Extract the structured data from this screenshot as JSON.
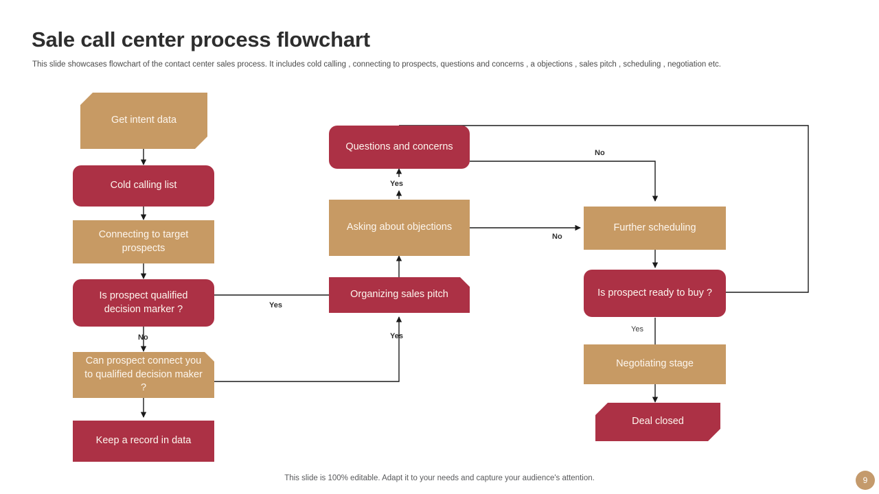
{
  "header": {
    "title": "Sale call center process flowchart",
    "subtitle": "This slide showcases flowchart of the contact center sales process. It includes cold calling , connecting to prospects, questions and concerns , a objections , sales pitch , scheduling , negotiation etc."
  },
  "footer": {
    "note": "This slide is 100% editable. Adapt it to your needs and capture your audience's attention.",
    "page_number": "9"
  },
  "colors": {
    "red": "#ac3145",
    "tan": "#c79a64",
    "title": "#2e2e2e",
    "connector": "#1a1a1a"
  },
  "flowchart": {
    "nodes": [
      {
        "id": "get-intent-data",
        "label": "Get intent data",
        "color": "tan",
        "shape": "chamfer-tl-br"
      },
      {
        "id": "cold-calling-list",
        "label": "Cold calling list",
        "color": "red",
        "shape": "round"
      },
      {
        "id": "connecting-prospects",
        "label": "Connecting to target prospects",
        "color": "tan",
        "shape": "rect"
      },
      {
        "id": "is-prospect-qualified",
        "label": "Is prospect qualified decision marker ?",
        "color": "red",
        "shape": "round"
      },
      {
        "id": "can-prospect-connect",
        "label": "Can prospect connect you to qualified decision maker ?",
        "color": "tan",
        "shape": "chamfer-tr"
      },
      {
        "id": "keep-record",
        "label": "Keep a record in data",
        "color": "red",
        "shape": "rect"
      },
      {
        "id": "questions-concerns",
        "label": "Questions and concerns",
        "color": "red",
        "shape": "round"
      },
      {
        "id": "asking-objections",
        "label": "Asking about objections",
        "color": "tan",
        "shape": "rect"
      },
      {
        "id": "organizing-pitch",
        "label": "Organizing sales pitch",
        "color": "red",
        "shape": "chamfer-tr"
      },
      {
        "id": "further-scheduling",
        "label": "Further scheduling",
        "color": "tan",
        "shape": "rect"
      },
      {
        "id": "is-prospect-ready",
        "label": "Is prospect ready to buy ?",
        "color": "red",
        "shape": "round"
      },
      {
        "id": "negotiating-stage",
        "label": "Negotiating stage",
        "color": "tan",
        "shape": "rect"
      },
      {
        "id": "deal-closed",
        "label": "Deal closed",
        "color": "red",
        "shape": "chamfer-tl-br"
      }
    ],
    "edge_labels": [
      {
        "id": "qualified-yes",
        "text": "Yes"
      },
      {
        "id": "qualified-no",
        "text": "No"
      },
      {
        "id": "objections-yes",
        "text": "Yes"
      },
      {
        "id": "objections-no",
        "text": "No"
      },
      {
        "id": "pitch-yes",
        "text": "Yes"
      },
      {
        "id": "questions-no",
        "text": "No"
      },
      {
        "id": "ready-yes",
        "text": "Yes"
      }
    ]
  }
}
